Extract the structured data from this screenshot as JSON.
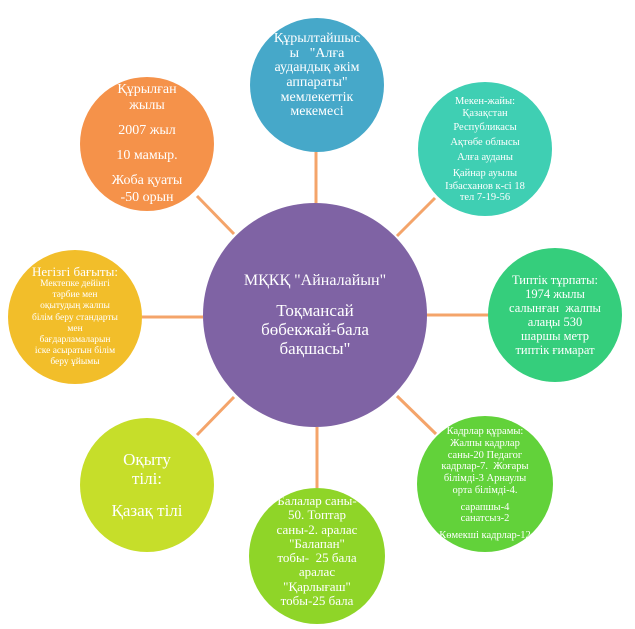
{
  "colors": {
    "center": "#7f63a4",
    "top": "#46a8c9",
    "topright": "#3fcfb3",
    "right": "#35ce7c",
    "bottomright": "#62d23a",
    "bottom": "#8fd528",
    "bottomleft": "#c6de2a",
    "left": "#f2be2a",
    "topleft": "#f5924a",
    "connector": "#f4a46a"
  },
  "center": {
    "line1": "МҚКҚ \"Айналайын\"",
    "line2": "Тоқмансай",
    "line3": "бөбекжай-бала",
    "line4": "бақшасы\""
  },
  "top": {
    "line1": "Құрылтайшыс",
    "line2": "ы   \"Алға",
    "line3": "аудандық әкім",
    "line4": "аппараты\"",
    "line5": "мемлекеттік",
    "line6": "мекемесі"
  },
  "topright": {
    "line1": "Мекен-жайы:",
    "line2": "Қазақстан",
    "line3": "Республикасы",
    "line4": "Ақтөбе облысы",
    "line5": "Алға ауданы",
    "line6": "Қайнар ауылы",
    "line7": "Ізбасханов к-сі 18",
    "line8": "тел 7-19-56"
  },
  "right": {
    "line1": "Типтік тұрпаты:",
    "line2": "1974 жылы",
    "line3": "салынған  жалпы",
    "line4": "алаңы 530",
    "line5": "шаршы метр",
    "line6": "типтік ғимарат"
  },
  "bottomright": {
    "line1": "Кадрлар құрамы:",
    "line2": "Жалпы кадрлар",
    "line3": "саны-20 Педагог",
    "line4": "кадрлар-7.  Жоғары",
    "line5": "білімді-3 Арнаулы",
    "line6": "орта білімді-4.",
    "line7": "санатсыз-2",
    "line8": "Көмекші кадрлар-12",
    "line9": "сарапшы-4"
  },
  "bottom": {
    "line1": "Балалар саны-",
    "line2": "50. Топтар",
    "line3": "саны-2. аралас",
    "line4": "\"Балапан\"",
    "line5": "тобы-  25 бала",
    "line6": "аралас",
    "line7": "\"Қарлығаш\"",
    "line8": "тобы-25 бала"
  },
  "bottomleft": {
    "line1": "Оқыту",
    "line2": "тілі:",
    "line3": "Қазақ тілі"
  },
  "left": {
    "line1": "Негізгі бағыты:",
    "line2": "Мектепке дейінгі",
    "line3": "тәрбие мен",
    "line4": "оқытудың жалпы",
    "line5": "білім беру стандарты",
    "line6": "мен",
    "line7": "бағдарламаларын",
    "line8": "іске асыратын білім",
    "line9": "беру ұйымы"
  },
  "topleft": {
    "line1": "Құрылған",
    "line2": "жылы",
    "line3": "2007 жыл",
    "line4": "10 мамыр.",
    "line5": "Жоба қуаты",
    "line6": "-50 орын"
  }
}
